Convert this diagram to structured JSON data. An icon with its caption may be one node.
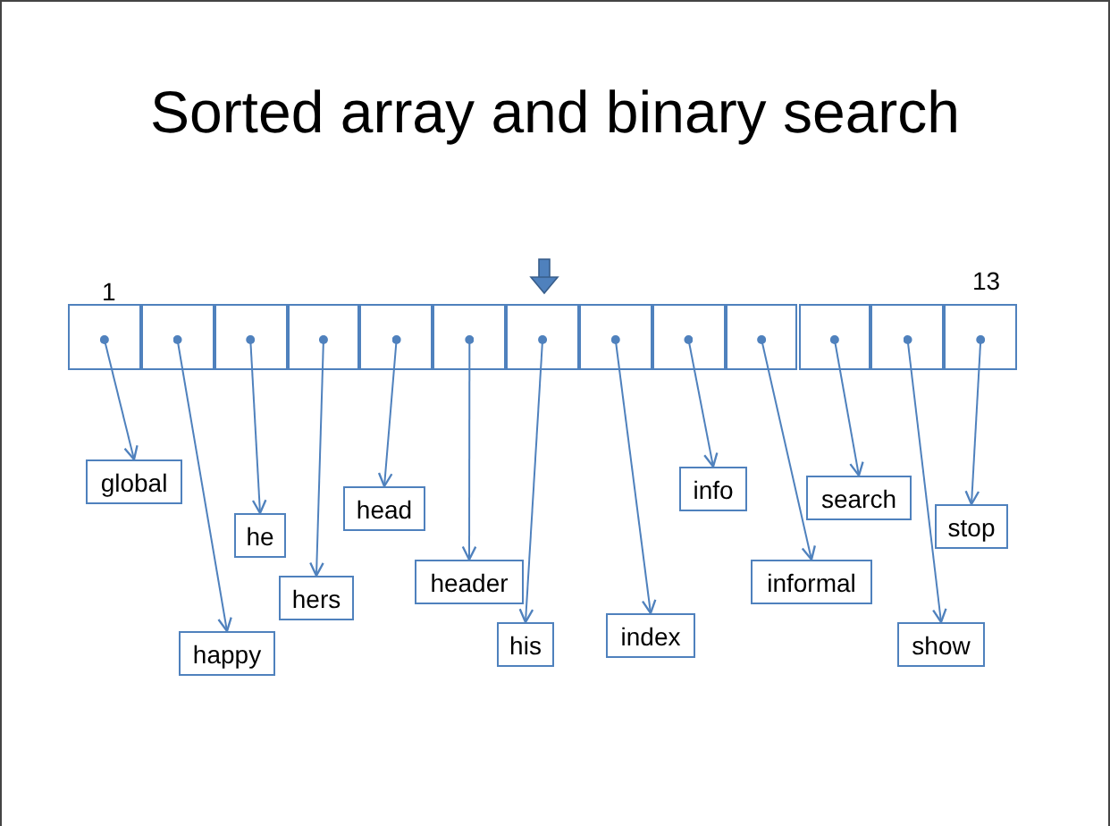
{
  "diagram": {
    "title": "Sorted array and binary search",
    "nodes": [
      {
        "text": [],
        "shape": "box"
      },
      {
        "text": [],
        "shape": "box"
      },
      {
        "text": [],
        "shape": "box"
      },
      {
        "text": [],
        "shape": "box"
      },
      {
        "text": [],
        "shape": "box"
      },
      {
        "text": [],
        "shape": "box"
      },
      {
        "text": [],
        "shape": "box"
      },
      {
        "text": [],
        "shape": "box"
      },
      {
        "text": [],
        "shape": "box"
      },
      {
        "text": [],
        "shape": "box"
      },
      {
        "text": [],
        "shape": "box"
      },
      {
        "text": [],
        "shape": "box"
      },
      {
        "text": [],
        "shape": "box"
      },
      {
        "text": [
          "global"
        ]
      },
      {
        "text": [
          "happy"
        ]
      },
      {
        "text": [
          "he"
        ]
      },
      {
        "text": [
          "hers"
        ]
      },
      {
        "text": [
          "head"
        ]
      },
      {
        "text": [
          "header"
        ]
      },
      {
        "text": [
          "his"
        ]
      },
      {
        "text": [
          "index"
        ]
      },
      {
        "text": [
          "info"
        ]
      },
      {
        "text": [
          "informal"
        ]
      },
      {
        "text": [
          "search"
        ]
      },
      {
        "text": [
          "show"
        ]
      },
      {
        "text": [
          "stop"
        ]
      }
    ],
    "edges": [
      {
        "from": 0,
        "to": 13,
        "arrow": "to"
      },
      {
        "from": 1,
        "to": 14,
        "arrow": "to"
      },
      {
        "from": 2,
        "to": 15,
        "arrow": "to"
      },
      {
        "from": 3,
        "to": 16,
        "arrow": "to"
      },
      {
        "from": 4,
        "to": 17,
        "arrow": "to"
      },
      {
        "from": 5,
        "to": 18,
        "arrow": "to"
      },
      {
        "from": 6,
        "to": 19,
        "arrow": "to"
      },
      {
        "from": 7,
        "to": 20,
        "arrow": "to"
      },
      {
        "from": 8,
        "to": 21,
        "arrow": "to"
      },
      {
        "from": 9,
        "to": 22,
        "arrow": "to"
      },
      {
        "from": 10,
        "to": 23,
        "arrow": "to"
      },
      {
        "from": 11,
        "to": 24,
        "arrow": "to"
      },
      {
        "from": 12,
        "to": 25,
        "arrow": "to"
      }
    ],
    "labels": [
      "1",
      "13"
    ]
  }
}
